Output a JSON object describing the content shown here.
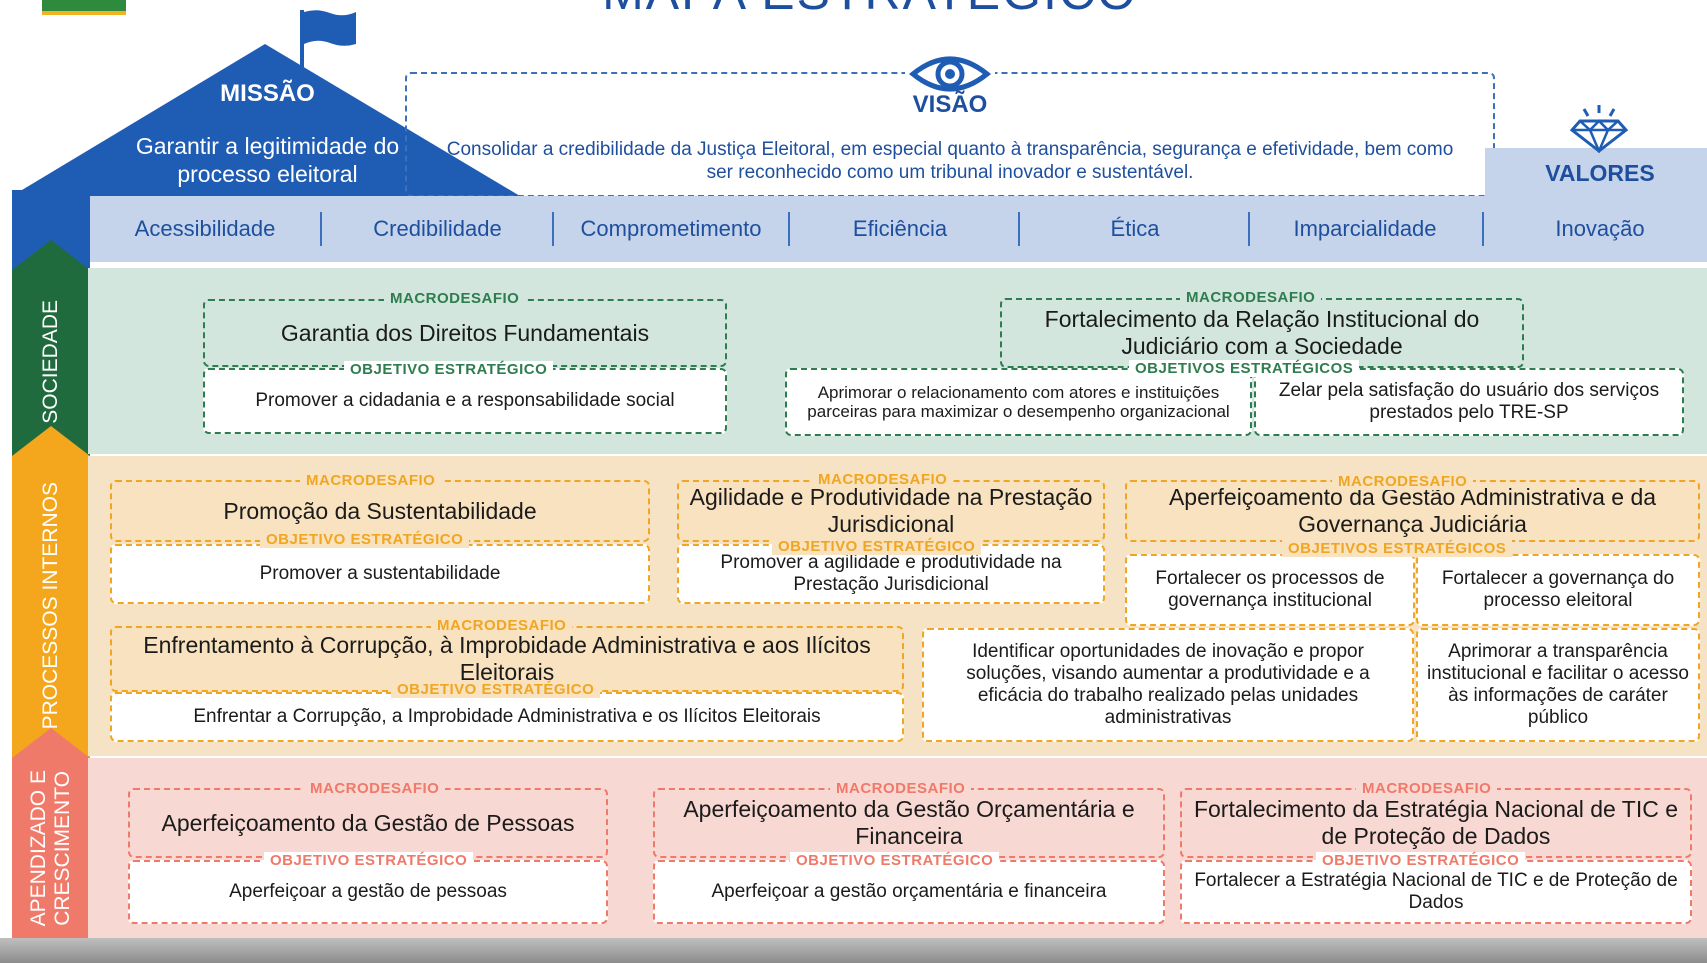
{
  "header": {
    "title": "MAPA ESTRATÉGICO"
  },
  "mission": {
    "title": "MISSÃO",
    "text": "Garantir a legitimidade do processo eleitoral"
  },
  "vision": {
    "title": "VISÃO",
    "text": "Consolidar a credibilidade da Justiça Eleitoral, em especial quanto à transparência, segurança e efetividade, bem como ser reconhecido como um tribunal inovador e sustentável."
  },
  "values": {
    "title": "VALORES",
    "items": [
      "Acessibilidade",
      "Credibilidade",
      "Comprometimento",
      "Eficiência",
      "Ética",
      "Imparcialidade",
      "Inovação"
    ]
  },
  "perspectives": {
    "sociedade": "SOCIEDADE",
    "processos": "PROCESSOS INTERNOS",
    "aprendizado_line1": "APENDIZADO E",
    "aprendizado_line2": "CRESCIMENTO"
  },
  "labels": {
    "macro": "MACRODESAFIO",
    "obj": "OBJETIVO ESTRATÉGICO",
    "objs": "OBJETIVOS ESTRATÉGICOS"
  },
  "sociedade": {
    "macro1": "Garantia dos Direitos Fundamentais",
    "obj1": "Promover a cidadania e a responsabilidade social",
    "macro2": "Fortalecimento da Relação Institucional do Judiciário com a Sociedade",
    "obj2a": "Aprimorar o relacionamento com atores e instituições parceiras para maximizar o desempenho organizacional",
    "obj2b": "Zelar pela satisfação do usuário dos serviços prestados pelo TRE-SP"
  },
  "processos": {
    "macro1": "Promoção da Sustentabilidade",
    "obj1": "Promover a sustentabilidade",
    "macro2": "Agilidade e Produtividade na Prestação Jurisdicional",
    "obj2": "Promover a agilidade e produtividade na Prestação Jurisdicional",
    "macro3": "Aperfeiçoamento da Gestão Administrativa e da Governança Judiciária",
    "obj3a": "Fortalecer os processos de governança institucional",
    "obj3b": "Fortalecer a governança do processo eleitoral",
    "obj3c": "Identificar oportunidades de inovação e propor soluções, visando aumentar a produtividade e a eficácia do trabalho realizado pelas unidades administrativas",
    "obj3d": "Aprimorar a transparência institucional e facilitar o acesso às informações de caráter público",
    "macro4": "Enfrentamento à Corrupção, à Improbidade Administrativa e aos Ilícitos Eleitorais",
    "obj4": "Enfrentar a Corrupção, a Improbidade Administrativa e os Ilícitos Eleitorais"
  },
  "aprendizado": {
    "macro1": "Aperfeiçoamento da Gestão de Pessoas",
    "obj1": "Aperfeiçoar a gestão de pessoas",
    "macro2": "Aperfeiçoamento da Gestão Orçamentária e Financeira",
    "obj2": "Aperfeiçoar a gestão orçamentária e financeira",
    "macro3": "Fortalecimento da Estratégia Nacional de TIC e de Proteção de Dados",
    "obj3": "Fortalecer a Estratégia Nacional de TIC e de Proteção de Dados"
  },
  "colors": {
    "blue": "#1f5cb4",
    "light_blue": "#c5d4ea",
    "green": "#2e7d4f",
    "orange": "#f0a623",
    "salmon": "#ef7a6a"
  }
}
